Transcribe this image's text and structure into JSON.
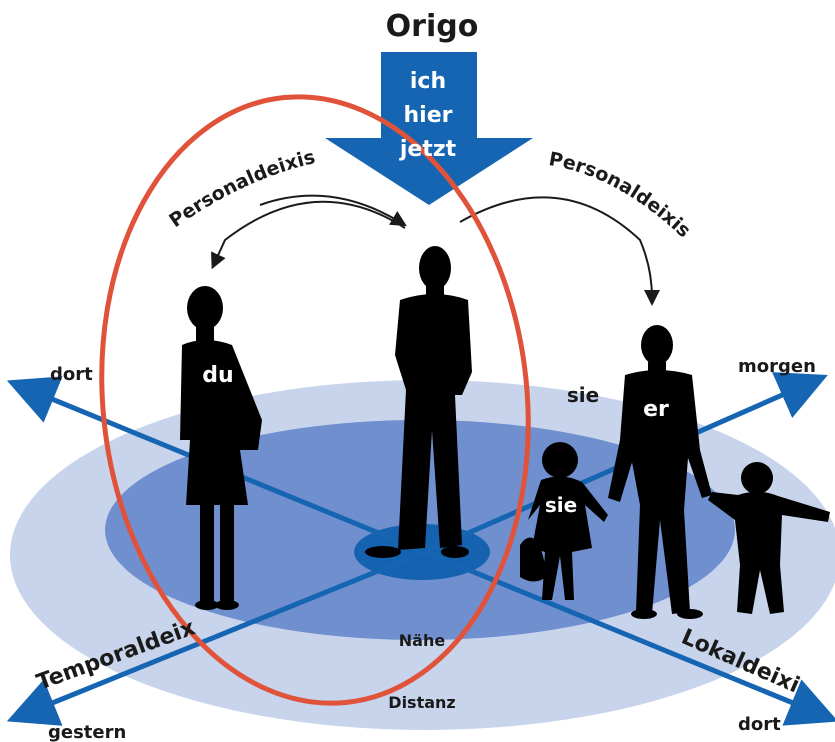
{
  "title": "Origo",
  "origo_words": [
    "ich",
    "hier",
    "jetzt"
  ],
  "person_deixis_left": "Personaldeixis",
  "person_deixis_right": "Personaldeixis",
  "figures": {
    "du": "du",
    "er": "er",
    "sie_girl": "sie",
    "sie_group": "sie"
  },
  "axes": {
    "dort_left": "dort",
    "morgen": "morgen",
    "gestern": "gestern",
    "dort_right": "dort",
    "temporal": "Temporaldeixis",
    "lokal": "Lokaldeixis"
  },
  "zones": {
    "near": "Nähe",
    "far": "Distanz"
  },
  "colors": {
    "arrow_blue": "#1565b3",
    "outer_disc": "#c7d4ec",
    "inner_disc": "#6f8fcf",
    "center_disc": "#1462b0",
    "ellipse_outline": "#e0533a",
    "silhouette": "#000000"
  }
}
